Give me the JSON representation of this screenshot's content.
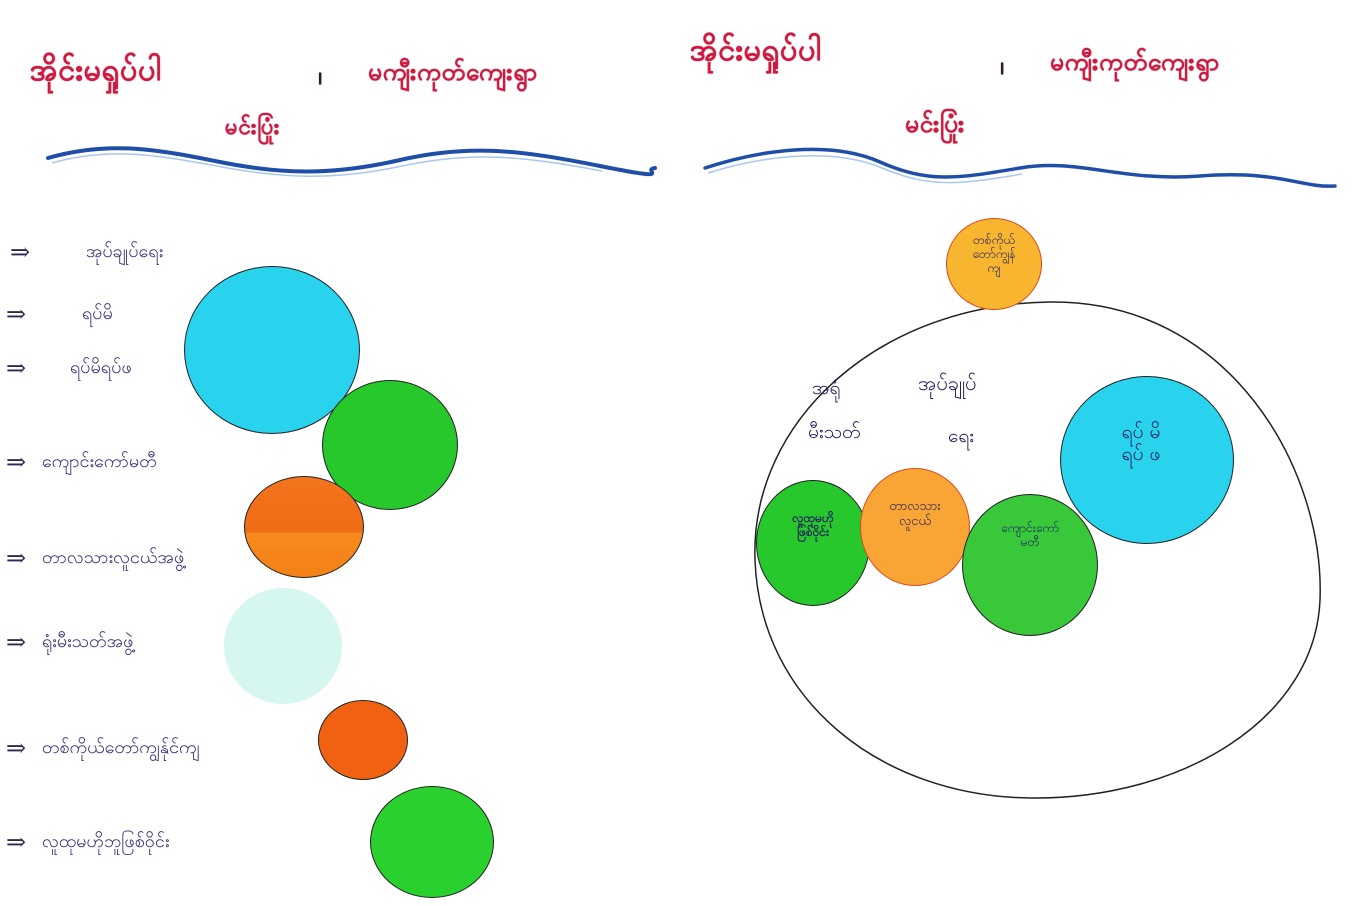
{
  "titles": {
    "left_main": "အိုင်းမရှုပ်ပါ",
    "left_sep": "၊",
    "left_tail": "မကျီးကုတ်ကျေးရွာ",
    "left_sub": "မင်းပြုံး",
    "right_main": "အိုင်းမရှုပ်ပါ",
    "right_sep": "၊",
    "right_tail": "မကျီးကုတ်ကျေးရွာ",
    "right_sub": "မင်းပြုံး"
  },
  "legend": {
    "arrow": "⇒",
    "items": [
      {
        "label": "အုပ်ချုပ်ရေး",
        "color": ""
      },
      {
        "label": "ရပ်မိ",
        "color": ""
      },
      {
        "label": "ရပ်မိရပ်ဖ",
        "color": "#29d3ee"
      },
      {
        "label": "ကျောင်းကော်မတီ",
        "color": "#26c82b"
      },
      {
        "label": "တာလသားလူငယ်အဖွဲ့",
        "color": "#f26d12"
      },
      {
        "label": "ရုံးမီးသတ်အဖွဲ့",
        "color": "#d6f6f0"
      },
      {
        "label": "တစ်ကိုယ်တော်ကျွန်ုင်ကျ",
        "color": "#f06212"
      },
      {
        "label": "လူထုမဟိုဘူဖြစ်ဝိုင်း",
        "color": "#2ad02e"
      }
    ]
  },
  "venn": {
    "top_circle": "တစ်ကိုယ်\nတော်ကျွန်\nကျ",
    "outer_word1": "အရုံ",
    "outer_word2": "အုပ်ချုပ်",
    "outer_word3": "မီးသတ်",
    "outer_word4": "ရေး",
    "cyan_circle": "ရပ် မိ\nရပ် ဖ",
    "green_left": "လူထုမဟို\nဖြစ်ဝိုင်း",
    "orange_mid": "တာလသား\nလူငယ်",
    "green_mid": "ကျောင်းကော်\nမတီ"
  },
  "colors": {
    "title": "#d3173f",
    "wave": "#1f4ea8",
    "cyan": "#29d3ee",
    "green": "#26c82b",
    "orange": "#f26d12",
    "orange_light": "#f8a535",
    "mint": "#d6f6f0"
  }
}
